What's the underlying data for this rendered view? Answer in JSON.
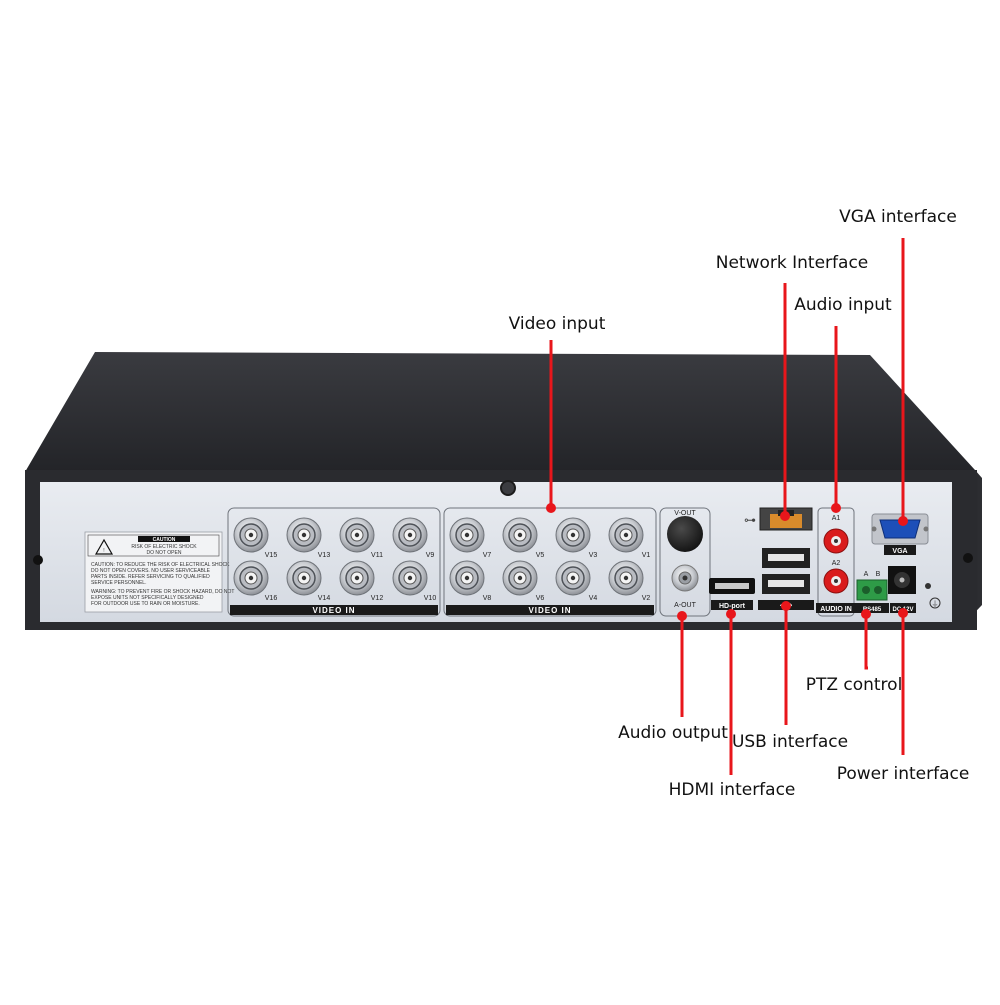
{
  "colors": {
    "accent": "#e8161b",
    "chassis_dark": "#2b2c30",
    "panel": "#dfe3ea",
    "port_label_bar": "#1a1a1a"
  },
  "callouts": {
    "vga": "VGA interface",
    "network": "Network Interface",
    "audio_input": "Audio input",
    "video_input": "Video input",
    "audio_output": "Audio output",
    "usb": "USB interface",
    "hdmi": "HDMI interface",
    "ptz": "PTZ control",
    "power": "Power interface"
  },
  "panel": {
    "caution_title": "CAUTION",
    "caution_sub1": "RISK OF ELECTRIC SHOCK",
    "caution_sub2": "DO NOT OPEN",
    "caution_text1": "CAUTION: TO REDUCE THE RISK OF ELECTRICAL SHOCK",
    "caution_text2": "DO NOT OPEN COVERS. NO USER SERVICEABLE",
    "caution_text3": "PARTS INSIDE. REFER SERVICING TO QUALIFIED",
    "caution_text4": "SERVICE PERSONNEL.",
    "warning_text1": "WARNING: TO PREVENT FIRE OR SHOCK HAZARD, DO NOT",
    "warning_text2": "EXPOSE UNITS NOT SPECIFICALLY DESIGNED",
    "warning_text3": "FOR OUTDOOR USE TO RAIN OR MOISTURE.",
    "video_in_left": "VIDEO IN",
    "video_in_right": "VIDEO IN",
    "bnc_left_top": [
      "V15",
      "V13",
      "V11",
      "V9"
    ],
    "bnc_left_bottom": [
      "V16",
      "V14",
      "V12",
      "V10"
    ],
    "bnc_right_top": [
      "V7",
      "V5",
      "V3",
      "V1"
    ],
    "bnc_right_bottom": [
      "V8",
      "V6",
      "V4",
      "V2"
    ],
    "v_out": "V-OUT",
    "a_out": "A-OUT",
    "hd_port": "HD-port",
    "a1": "A1",
    "a2": "A2",
    "audio_in": "AUDIO IN",
    "vga": "VGA",
    "rs485_a": "A",
    "rs485_b": "B",
    "rs485": "RS485",
    "dc": "DC 12V"
  }
}
